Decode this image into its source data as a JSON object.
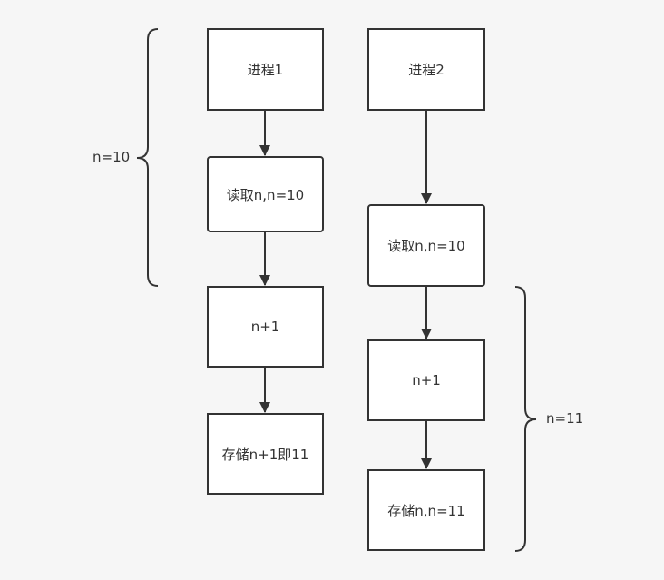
{
  "colors": {
    "background": "#f6f6f6",
    "stroke": "#333333",
    "box_fill": "#ffffff"
  },
  "process1": {
    "title": "进程1",
    "read": "读取n,n=10",
    "increment": "n+1",
    "store": "存储n+1即11"
  },
  "process2": {
    "title": "进程2",
    "read": "读取n,n=10",
    "increment": "n+1",
    "store": "存储n,n=11"
  },
  "braces": {
    "left_label": "n=10",
    "right_label": "n=11"
  }
}
